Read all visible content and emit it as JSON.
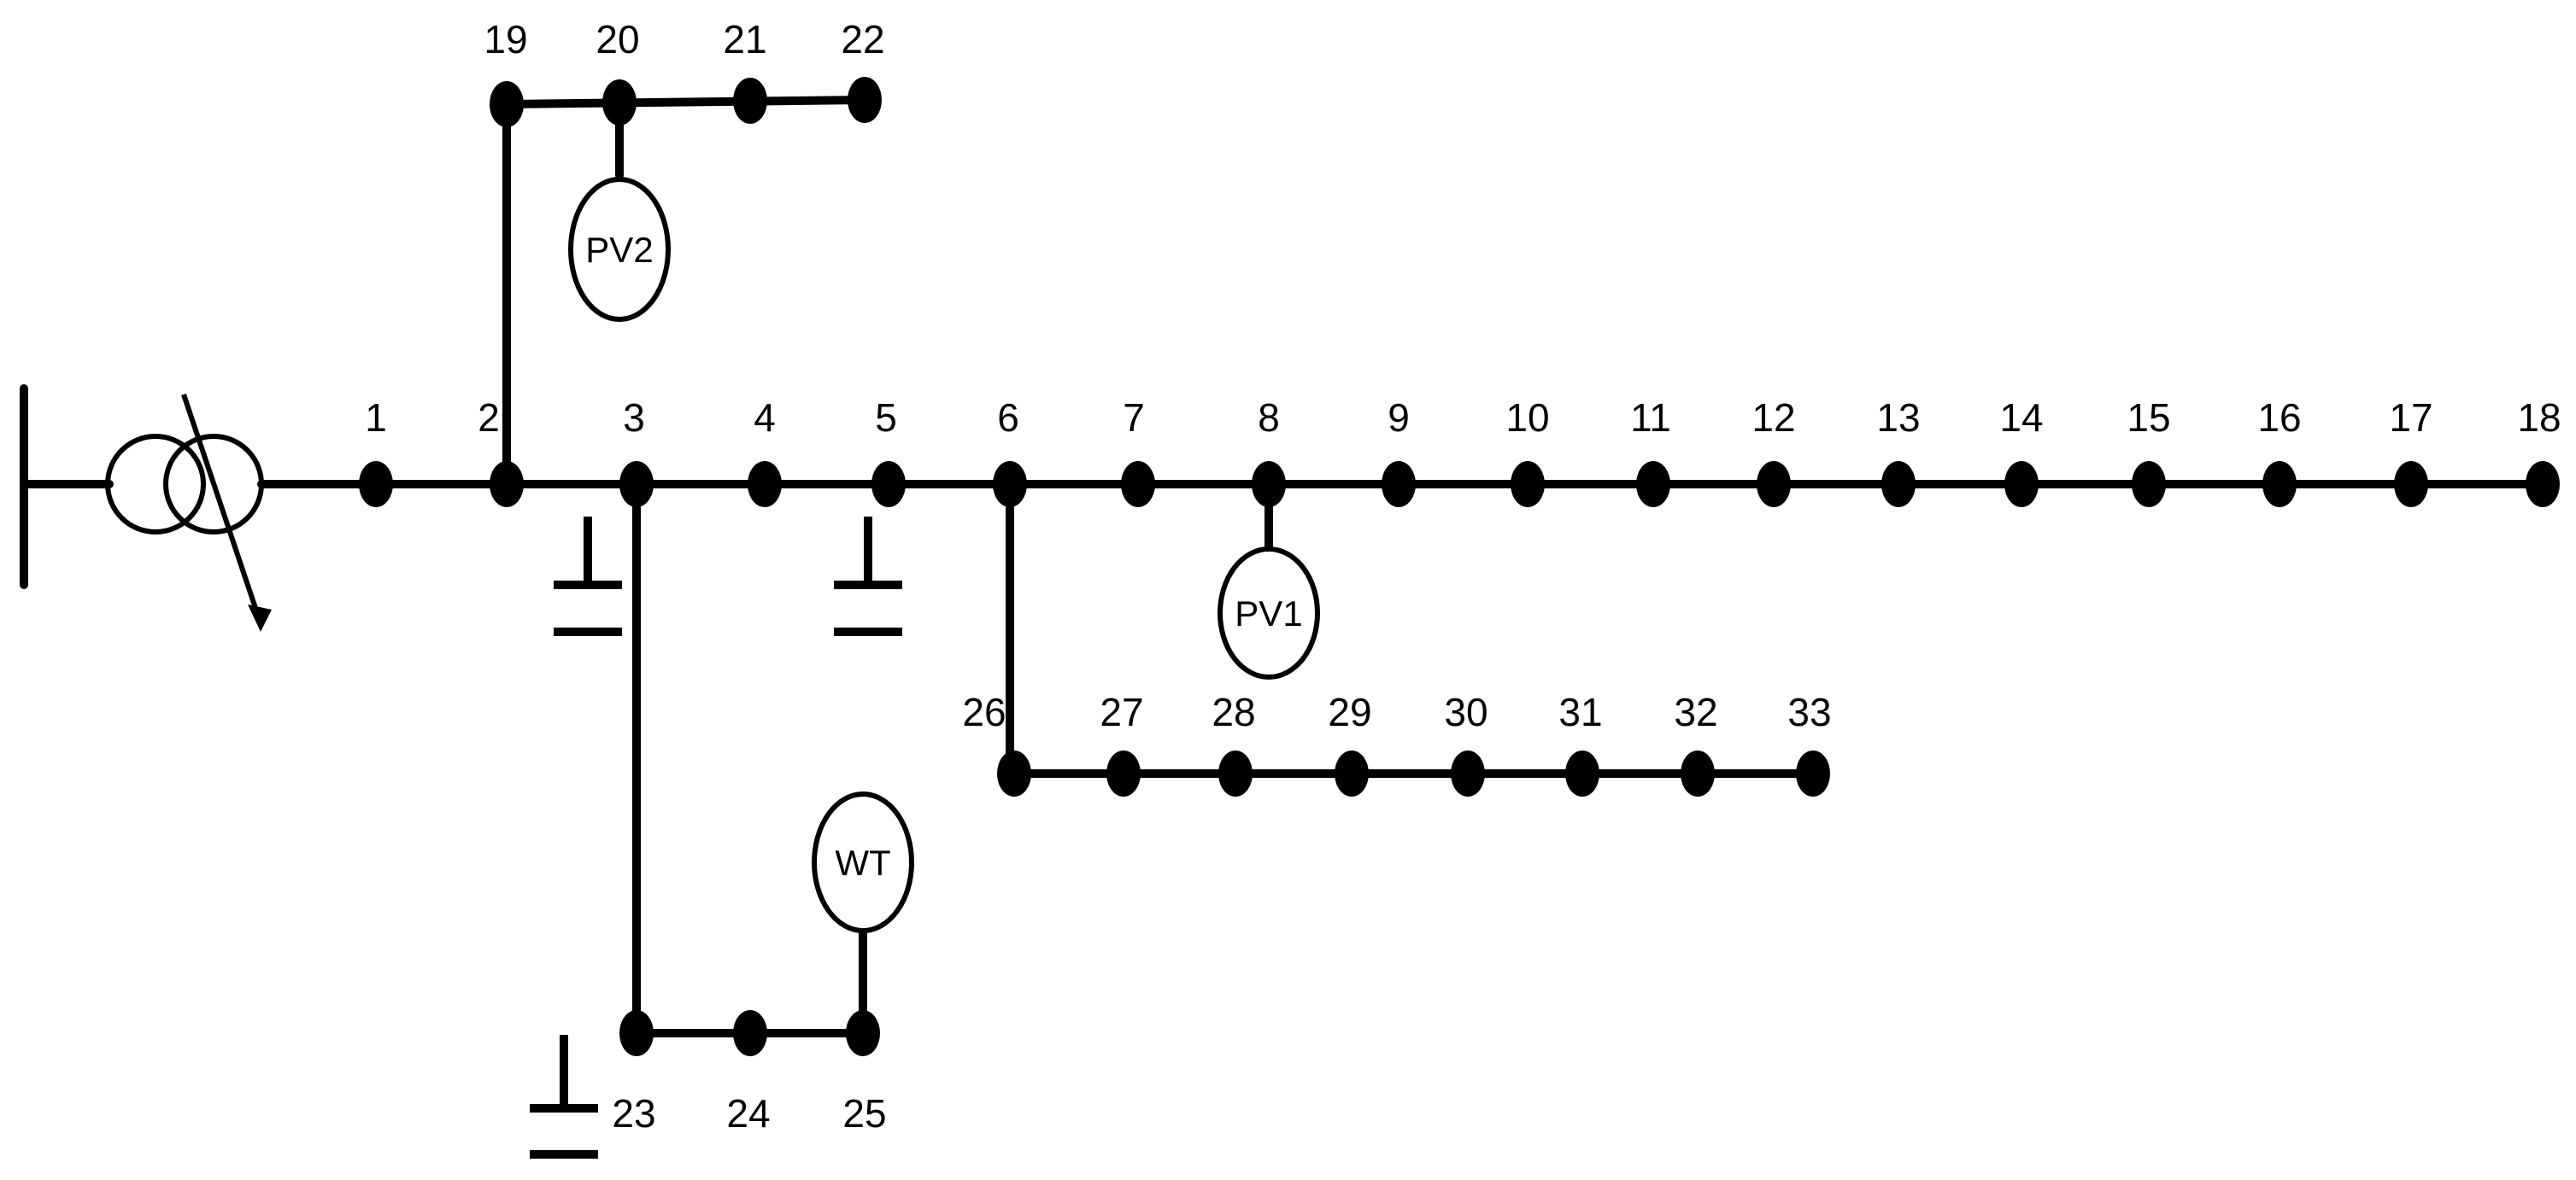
{
  "bus_labels": {
    "1": "1",
    "2": "2",
    "3": "3",
    "4": "4",
    "5": "5",
    "6": "6",
    "7": "7",
    "8": "8",
    "9": "9",
    "10": "10",
    "11": "11",
    "12": "12",
    "13": "13",
    "14": "14",
    "15": "15",
    "16": "16",
    "17": "17",
    "18": "18",
    "19": "19",
    "20": "20",
    "21": "21",
    "22": "22",
    "23": "23",
    "24": "24",
    "25": "25",
    "26": "26",
    "27": "27",
    "28": "28",
    "29": "29",
    "30": "30",
    "31": "31",
    "32": "32",
    "33": "33"
  },
  "generators": {
    "pv1": "PV1",
    "pv2": "PV2",
    "wt": "WT"
  }
}
